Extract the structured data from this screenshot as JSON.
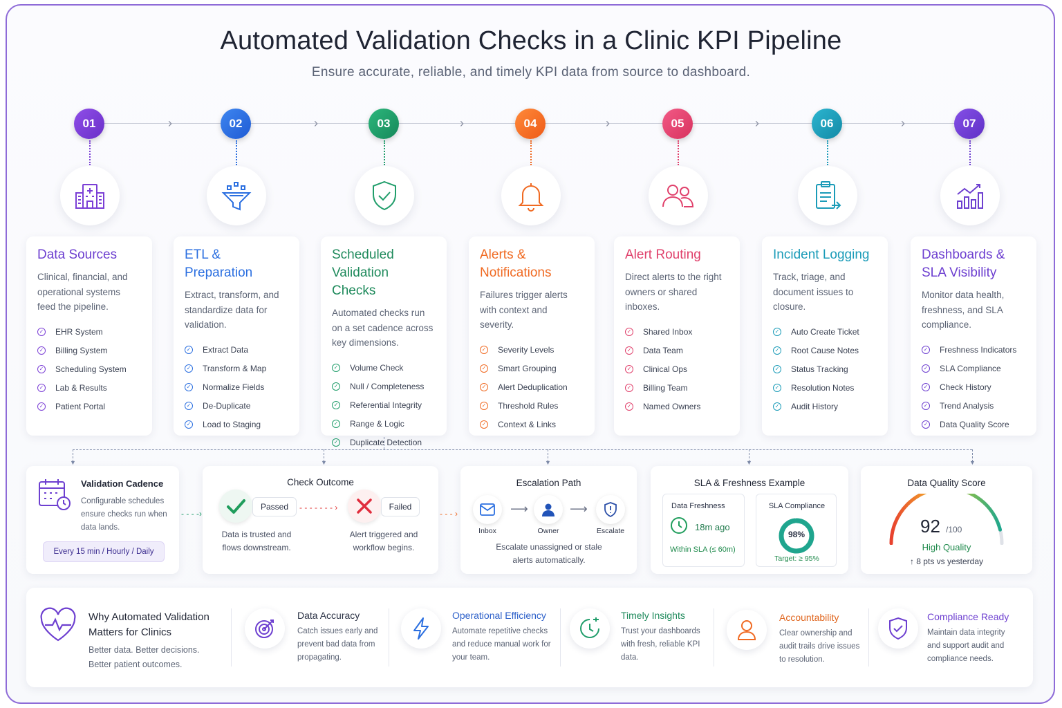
{
  "title": "Automated Validation Checks in a Clinic KPI Pipeline",
  "subtitle": "Ensure accurate, reliable, and timely KPI data from source to dashboard.",
  "colors": {
    "s1": "#7b3fd6",
    "s2": "#2b6fe0",
    "s3": "#1f9d6a",
    "s4": "#f06a22",
    "s5": "#e0406b",
    "s6": "#1a9bb8",
    "s7": "#6d3fd0"
  },
  "steps": [
    {
      "num": "01",
      "title": "Data Sources",
      "icon": "hospital-icon",
      "desc": "Clinical, financial, and operational systems feed the pipeline.",
      "items": [
        "EHR System",
        "Billing System",
        "Scheduling System",
        "Lab & Results",
        "Patient Portal"
      ]
    },
    {
      "num": "02",
      "title": "ETL & Preparation",
      "icon": "funnel-icon",
      "desc": "Extract, transform, and standardize data for validation.",
      "items": [
        "Extract Data",
        "Transform & Map",
        "Normalize Fields",
        "De-Duplicate",
        "Load to Staging"
      ]
    },
    {
      "num": "03",
      "title": "Scheduled Validation Checks",
      "icon": "shield-check-icon",
      "desc": "Automated checks run on a set cadence across key dimensions.",
      "items": [
        "Volume Check",
        "Null / Completeness",
        "Referential Integrity",
        "Range & Logic",
        "Duplicate Detection"
      ]
    },
    {
      "num": "04",
      "title": "Alerts & Notifications",
      "icon": "bell-icon",
      "desc": "Failures trigger alerts with context and severity.",
      "items": [
        "Severity Levels",
        "Smart Grouping",
        "Alert Deduplication",
        "Threshold Rules",
        "Context & Links"
      ]
    },
    {
      "num": "05",
      "title": "Alert Routing",
      "icon": "users-icon",
      "desc": "Direct alerts to the right owners or shared inboxes.",
      "items": [
        "Shared Inbox",
        "Data Team",
        "Clinical Ops",
        "Billing Team",
        "Named Owners"
      ]
    },
    {
      "num": "06",
      "title": "Incident Logging",
      "icon": "clipboard-icon",
      "desc": "Track, triage, and document issues to closure.",
      "items": [
        "Auto Create Ticket",
        "Root Cause Notes",
        "Status Tracking",
        "Resolution Notes",
        "Audit History"
      ]
    },
    {
      "num": "07",
      "title": "Dashboards & SLA Visibility",
      "icon": "chart-icon",
      "desc": "Monitor data health, freshness, and SLA compliance.",
      "items": [
        "Freshness Indicators",
        "SLA Compliance",
        "Check History",
        "Trend Analysis",
        "Data Quality Score"
      ]
    }
  ],
  "cadence": {
    "title": "Validation Cadence",
    "desc": "Configurable schedules ensure checks run when data lands.",
    "schedule": "Every 15 min  /  Hourly  /  Daily"
  },
  "outcome": {
    "title": "Check Outcome",
    "passed": "Passed",
    "failed": "Failed",
    "passed_desc": "Data is trusted and flows downstream.",
    "failed_desc": "Alert triggered and workflow begins."
  },
  "escalation": {
    "title": "Escalation Path",
    "nodes": [
      "Inbox",
      "Owner",
      "Escalate"
    ],
    "desc": "Escalate unassigned or stale alerts automatically."
  },
  "sla": {
    "title": "SLA & Freshness Example",
    "freshness_label": "Data Freshness",
    "freshness_value": "18m ago",
    "freshness_status": "Within SLA (≤ 60m)",
    "compliance_label": "SLA Compliance",
    "compliance_value": "98%",
    "compliance_fraction": 0.98,
    "target": "Target: ≥ 95%"
  },
  "quality": {
    "title": "Data Quality Score",
    "score": "92",
    "max": "/100",
    "score_fraction": 0.92,
    "label": "High Quality",
    "delta": "↑ 8 pts vs yesterday"
  },
  "why": {
    "title": "Why Automated Validation Matters for Clinics",
    "desc": "Better data. Better decisions. Better patient outcomes.",
    "items": [
      {
        "title": "Data Accuracy",
        "desc": "Catch issues early and prevent bad data from propagating.",
        "color": "#2b3245",
        "icon": "target-icon"
      },
      {
        "title": "Operational Efficiency",
        "desc": "Automate repetitive checks and reduce manual work for your team.",
        "color": "#2b5fc9",
        "icon": "lightning-icon"
      },
      {
        "title": "Timely Insights",
        "desc": "Trust your dashboards with fresh, reliable KPI data.",
        "color": "#1f8a5c",
        "icon": "clock-icon"
      },
      {
        "title": "Accountability",
        "desc": "Clear ownership and audit trails drive issues to resolution.",
        "color": "#e0661f",
        "icon": "person-icon"
      },
      {
        "title": "Compliance Ready",
        "desc": "Maintain data integrity and support audit and compliance needs.",
        "color": "#6d3fd0",
        "icon": "shield-icon"
      }
    ]
  }
}
